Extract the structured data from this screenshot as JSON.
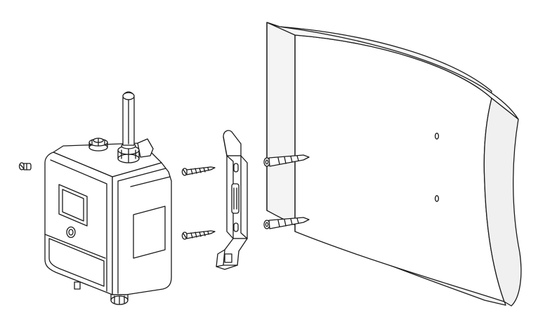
{
  "diagram": {
    "kind": "exploded-installation-view",
    "style": {
      "line_color": "#1a1a1a",
      "fill_color": "#ffffff",
      "wall_fill": "#f4f4f4"
    },
    "parts": [
      {
        "id": "small-screw",
        "icon": "small-screw-icon"
      },
      {
        "id": "sensor-device",
        "icon": "device-icon"
      },
      {
        "id": "antenna",
        "icon": "antenna-icon"
      },
      {
        "id": "wood-screws",
        "icon": "screw-icon",
        "count": 2
      },
      {
        "id": "mounting-bracket",
        "icon": "bracket-icon"
      },
      {
        "id": "wall-anchors",
        "icon": "anchor-icon",
        "count": 2
      },
      {
        "id": "curved-wall",
        "icon": "wall-icon",
        "holes": 2
      }
    ]
  }
}
